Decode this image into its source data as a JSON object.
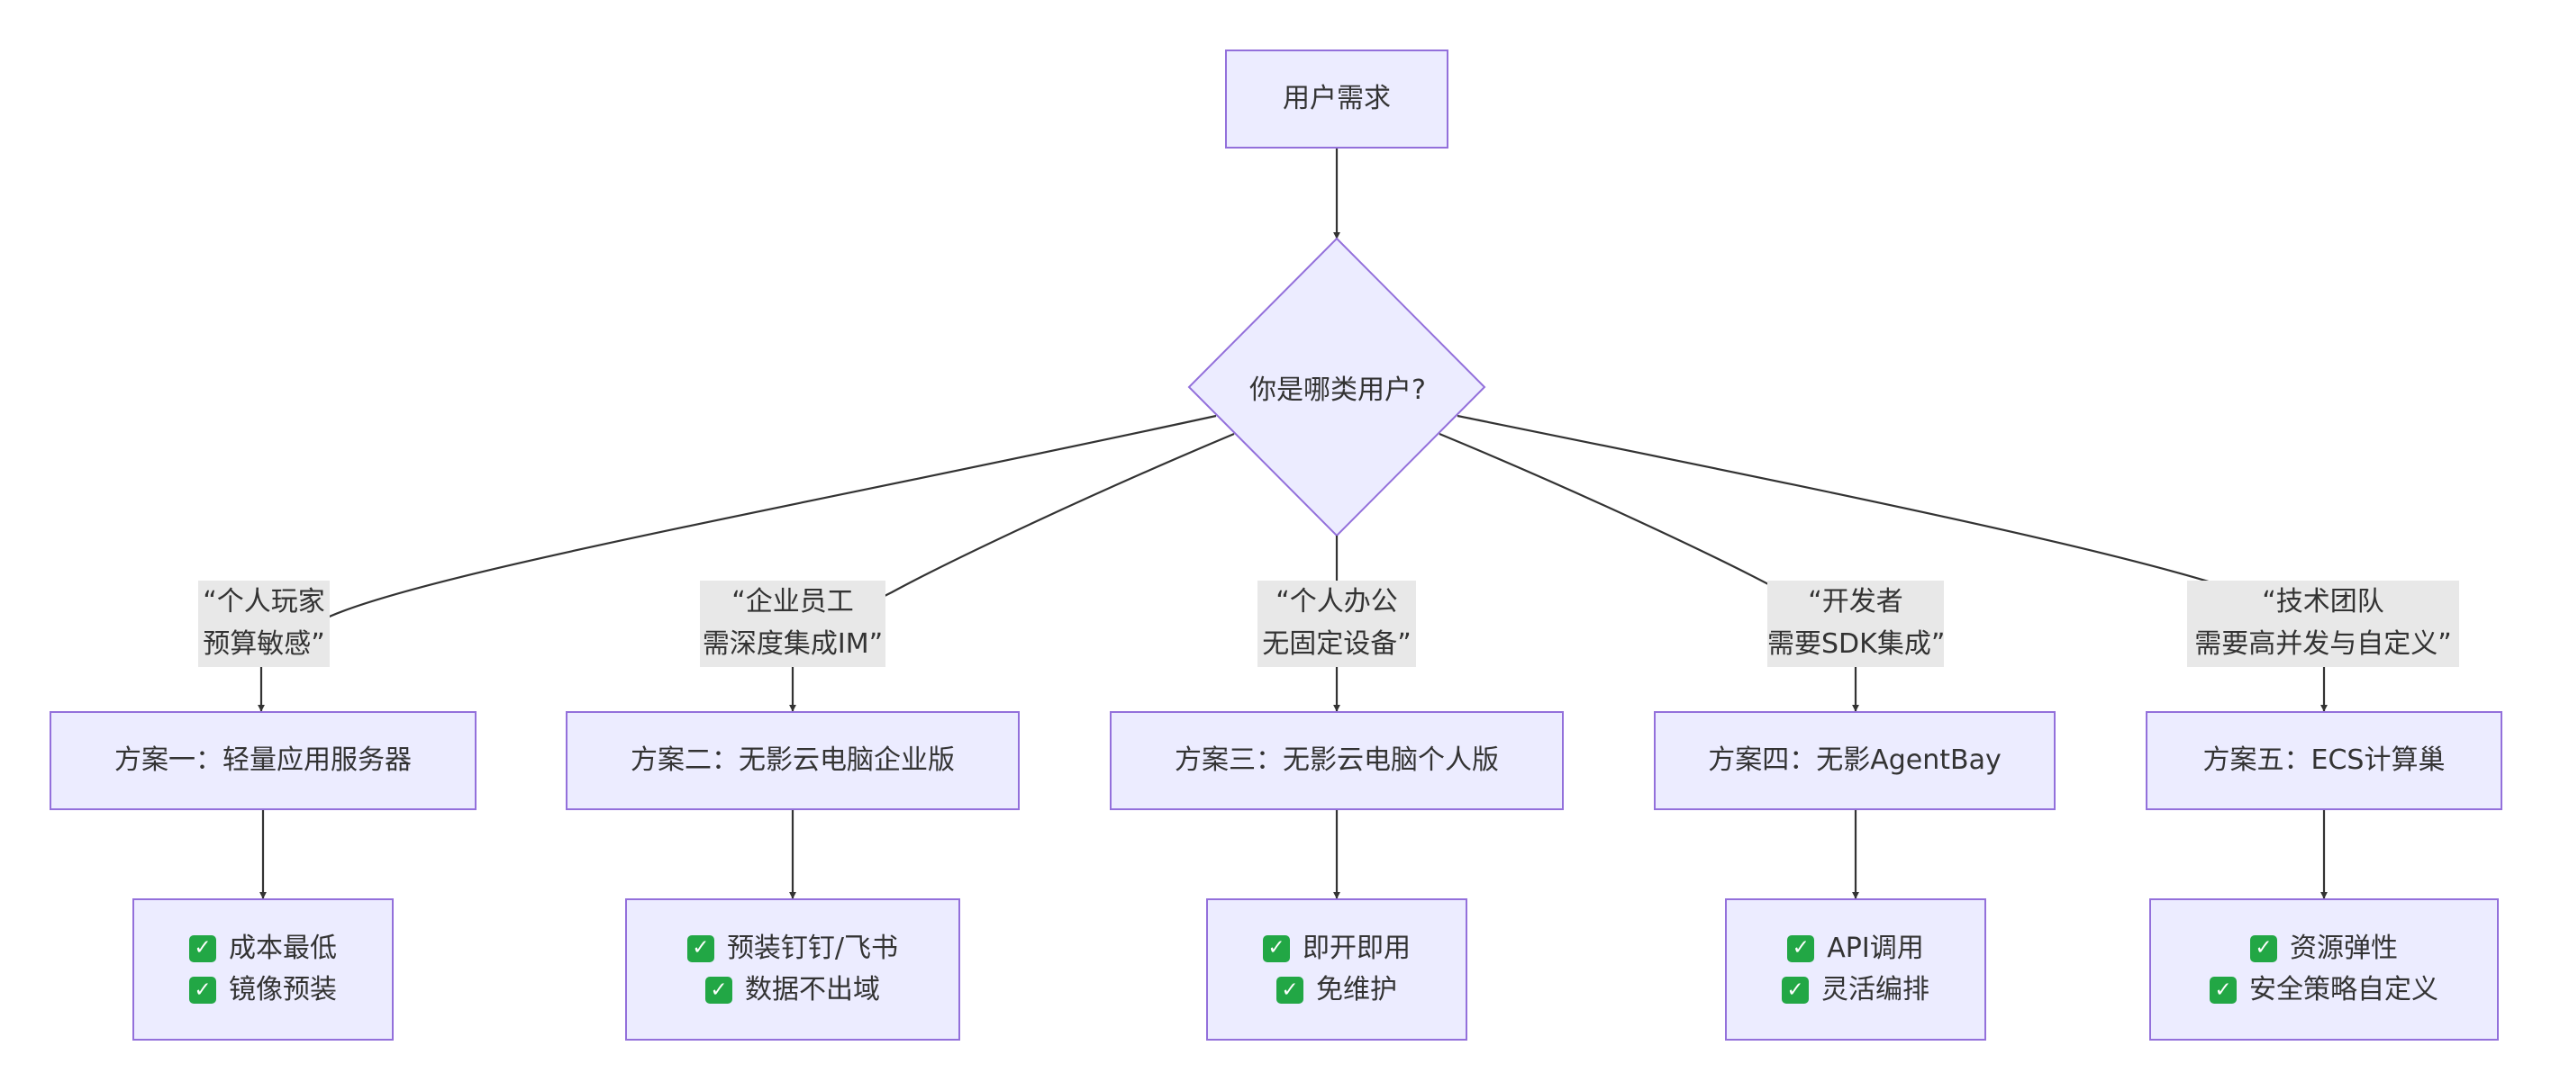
{
  "start": {
    "label": "用户需求"
  },
  "decision": {
    "label": "你是哪类用户?"
  },
  "branches": [
    {
      "condition": [
        "“个人玩家",
        "预算敏感”"
      ],
      "plan": "方案一：轻量应用服务器",
      "benefits": [
        "成本最低",
        "镜像预装"
      ]
    },
    {
      "condition": [
        "“企业员工",
        "需深度集成IM”"
      ],
      "plan": "方案二：无影云电脑企业版",
      "benefits": [
        "预装钉钉/飞书",
        "数据不出域"
      ]
    },
    {
      "condition": [
        "“个人办公",
        "无固定设备”"
      ],
      "plan": "方案三：无影云电脑个人版",
      "benefits": [
        "即开即用",
        "免维护"
      ]
    },
    {
      "condition": [
        "“开发者",
        "需要SDK集成”"
      ],
      "plan": "方案四：无影AgentBay",
      "benefits": [
        "API调用",
        "灵活编排"
      ]
    },
    {
      "condition": [
        "“技术团队",
        "需要高并发与自定义”"
      ],
      "plan": "方案五：ECS计算巢",
      "benefits": [
        "资源弹性",
        "安全策略自定义"
      ]
    }
  ],
  "colors": {
    "node_fill": "#ececff",
    "node_border": "#9370db",
    "edge": "#333333",
    "label_bg": "#e8e8e8",
    "check_fill": "#22a745"
  },
  "icons": {
    "benefit_marker": "check-mark-icon",
    "check_glyph": "✓"
  }
}
